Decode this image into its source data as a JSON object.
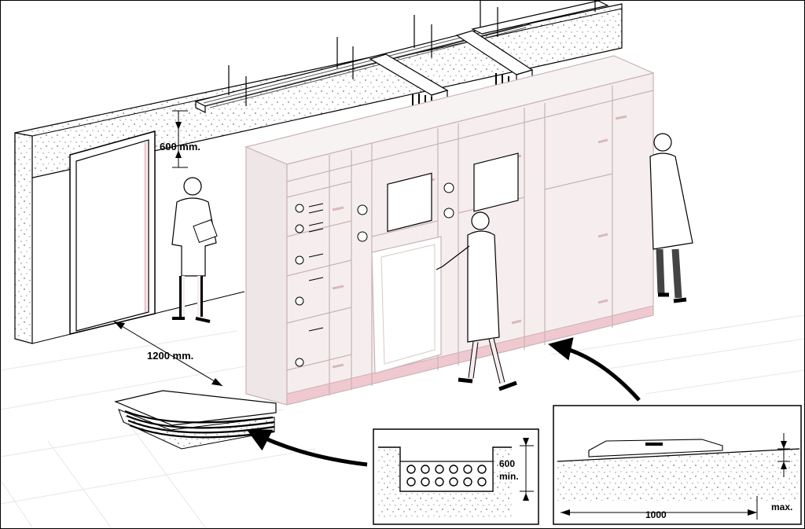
{
  "labels": {
    "ceiling_clearance": "600 mm.",
    "front_clearance": "1200 mm.",
    "trench_depth_line1": "600",
    "trench_depth_line2": "min.",
    "floor_length": "1000",
    "floor_max": "max."
  },
  "colors": {
    "line": "#000000",
    "cabinet_outline": "#c9b3b5",
    "cabinet_base": "#f0c8cf",
    "background": "#ffffff"
  },
  "icons": {
    "worker": "person-in-lab-coat-icon",
    "arrow": "curved-arrow-icon"
  }
}
